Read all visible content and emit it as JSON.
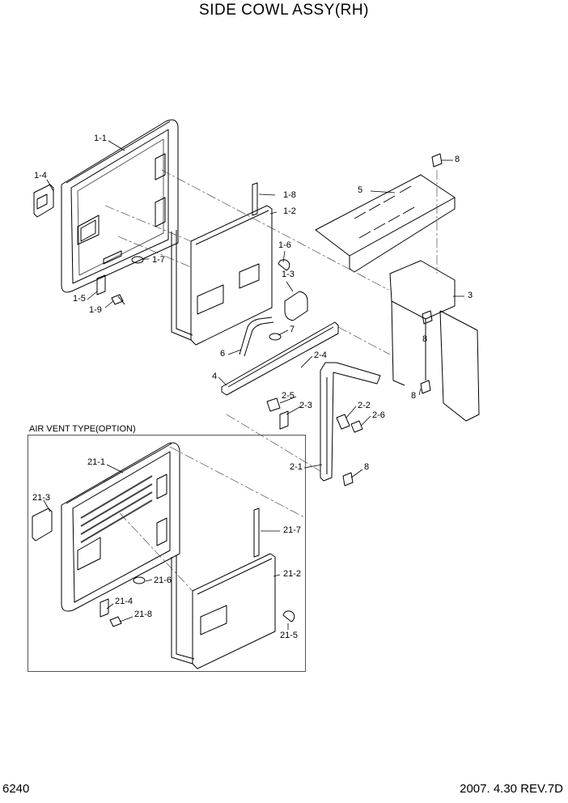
{
  "title": "SIDE COWL ASSY(RH)",
  "page_number": "6240",
  "footer_date": "2007. 4.30  REV.7D",
  "option_label": "AIR VENT TYPE(OPTION)",
  "callouts": {
    "c1_1": "1-1",
    "c1_2": "1-2",
    "c1_3": "1-3",
    "c1_4": "1-4",
    "c1_5": "1-5",
    "c1_6": "1-6",
    "c1_7": "1-7",
    "c1_8": "1-8",
    "c1_9": "1-9",
    "c2_1": "2-1",
    "c2_2": "2-2",
    "c2_3": "2-3",
    "c2_4": "2-4",
    "c2_5": "2-5",
    "c2_6": "2-6",
    "c3": "3",
    "c4": "4",
    "c5": "5",
    "c6": "6",
    "c7": "7",
    "c8a": "8",
    "c8b": "8",
    "c8c": "8",
    "c8d": "8",
    "c21_1": "21-1",
    "c21_2": "21-2",
    "c21_3": "21-3",
    "c21_4": "21-4",
    "c21_5": "21-5",
    "c21_6": "21-6",
    "c21_7": "21-7",
    "c21_8": "21-8"
  }
}
